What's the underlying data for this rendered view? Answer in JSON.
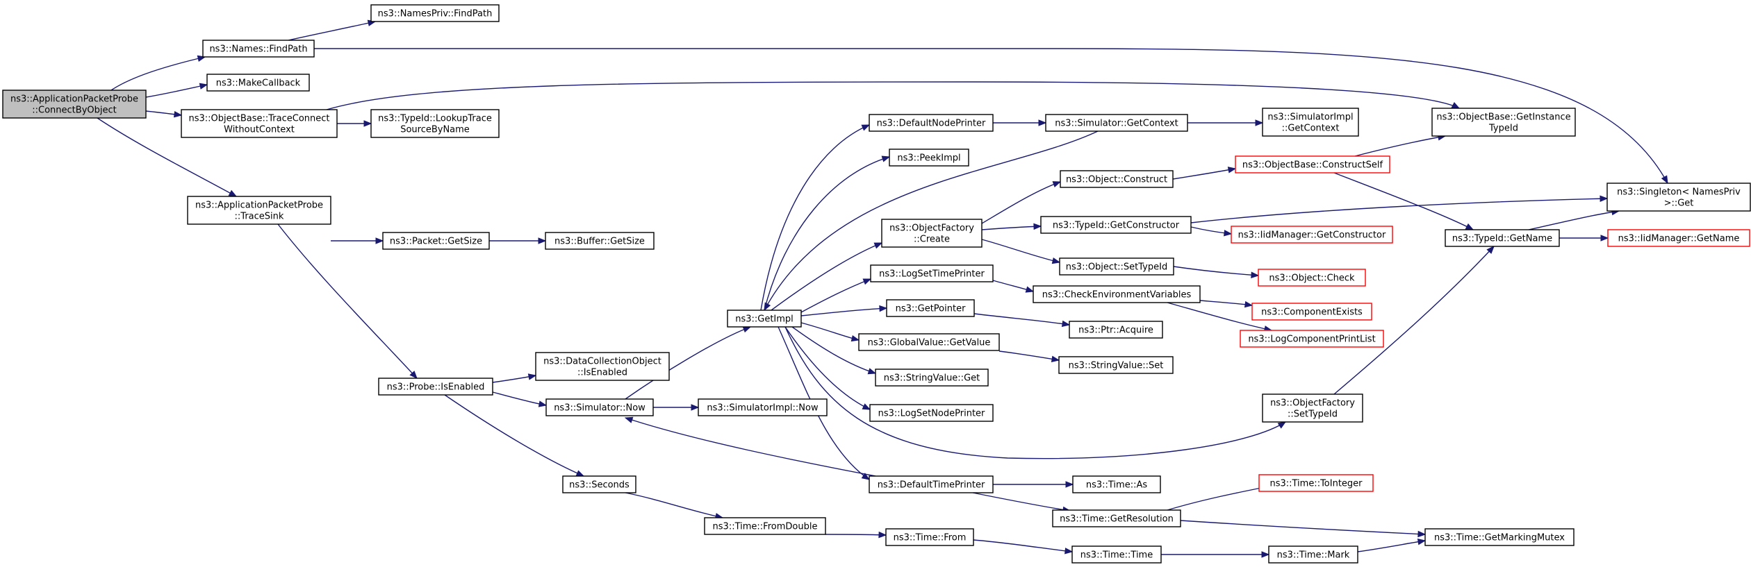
{
  "colors": {
    "edge": "#191970",
    "node_border": "#000000",
    "node_border_red": "#ff0000",
    "root_fill": "#bfbfbf",
    "background": "#ffffff"
  },
  "nodes": {
    "root": [
      "ns3::ApplicationPacketProbe",
      "::ConnectByObject"
    ],
    "names_find_path": [
      "ns3::Names::FindPath"
    ],
    "names_priv_find_path": [
      "ns3::NamesPriv::FindPath"
    ],
    "make_callback": [
      "ns3::MakeCallback"
    ],
    "trace_connect": [
      "ns3::ObjectBase::TraceConnect",
      "WithoutContext"
    ],
    "lookup_trace": [
      "ns3::TypeId::LookupTrace",
      "SourceByName"
    ],
    "trace_sink": [
      "ns3::ApplicationPacketProbe",
      "::TraceSink"
    ],
    "packet_get_size": [
      "ns3::Packet::GetSize"
    ],
    "buffer_get_size": [
      "ns3::Buffer::GetSize"
    ],
    "probe_is_enabled": [
      "ns3::Probe::IsEnabled"
    ],
    "dco_is_enabled": [
      "ns3::DataCollectionObject",
      "::IsEnabled"
    ],
    "simulator_now": [
      "ns3::Simulator::Now"
    ],
    "simulator_impl_now": [
      "ns3::SimulatorImpl::Now"
    ],
    "seconds": [
      "ns3::Seconds"
    ],
    "time_from_double": [
      "ns3::Time::FromDouble"
    ],
    "time_from": [
      "ns3::Time::From"
    ],
    "time_time": [
      "ns3::Time::Time"
    ],
    "time_mark": [
      "ns3::Time::Mark"
    ],
    "get_marking_mutex": [
      "ns3::Time::GetMarkingMutex"
    ],
    "get_impl": [
      "ns3::GetImpl"
    ],
    "default_node_printer": [
      "ns3::DefaultNodePrinter"
    ],
    "peek_impl": [
      "ns3::PeekImpl"
    ],
    "object_factory_create": [
      "ns3::ObjectFactory",
      "::Create"
    ],
    "log_set_time_printer": [
      "ns3::LogSetTimePrinter"
    ],
    "get_pointer": [
      "ns3::GetPointer"
    ],
    "global_value_get_value": [
      "ns3::GlobalValue::GetValue"
    ],
    "string_value_get": [
      "ns3::StringValue::Get"
    ],
    "log_set_node_printer": [
      "ns3::LogSetNodePrinter"
    ],
    "default_time_printer": [
      "ns3::DefaultTimePrinter"
    ],
    "simulator_get_context": [
      "ns3::Simulator::GetContext"
    ],
    "simulator_impl_get_context": [
      "ns3::SimulatorImpl",
      "::GetContext"
    ],
    "object_construct": [
      "ns3::Object::Construct"
    ],
    "object_base_construct_self": [
      "ns3::ObjectBase::ConstructSelf"
    ],
    "object_base_get_instance_type_id": [
      "ns3::ObjectBase::GetInstance",
      "TypeId"
    ],
    "type_id_get_constructor": [
      "ns3::TypeId::GetConstructor"
    ],
    "iid_manager_get_constructor": [
      "ns3::IidManager::GetConstructor"
    ],
    "object_set_type_id": [
      "ns3::Object::SetTypeId"
    ],
    "object_check": [
      "ns3::Object::Check"
    ],
    "check_env_vars": [
      "ns3::CheckEnvironmentVariables"
    ],
    "component_exists": [
      "ns3::ComponentExists"
    ],
    "log_component_print_list": [
      "ns3::LogComponentPrintList"
    ],
    "ptr_acquire": [
      "ns3::Ptr::Acquire"
    ],
    "string_value_set": [
      "ns3::StringValue::Set"
    ],
    "object_factory_set_type_id": [
      "ns3::ObjectFactory",
      "::SetTypeId"
    ],
    "singleton_get": [
      "ns3::Singleton< NamesPriv",
      ">::Get"
    ],
    "type_id_get_name": [
      "ns3::TypeId::GetName"
    ],
    "iid_manager_get_name": [
      "ns3::IidManager::GetName"
    ],
    "time_as": [
      "ns3::Time::As"
    ],
    "time_get_resolution": [
      "ns3::Time::GetResolution"
    ],
    "time_to_integer": [
      "ns3::Time::ToInteger"
    ]
  }
}
